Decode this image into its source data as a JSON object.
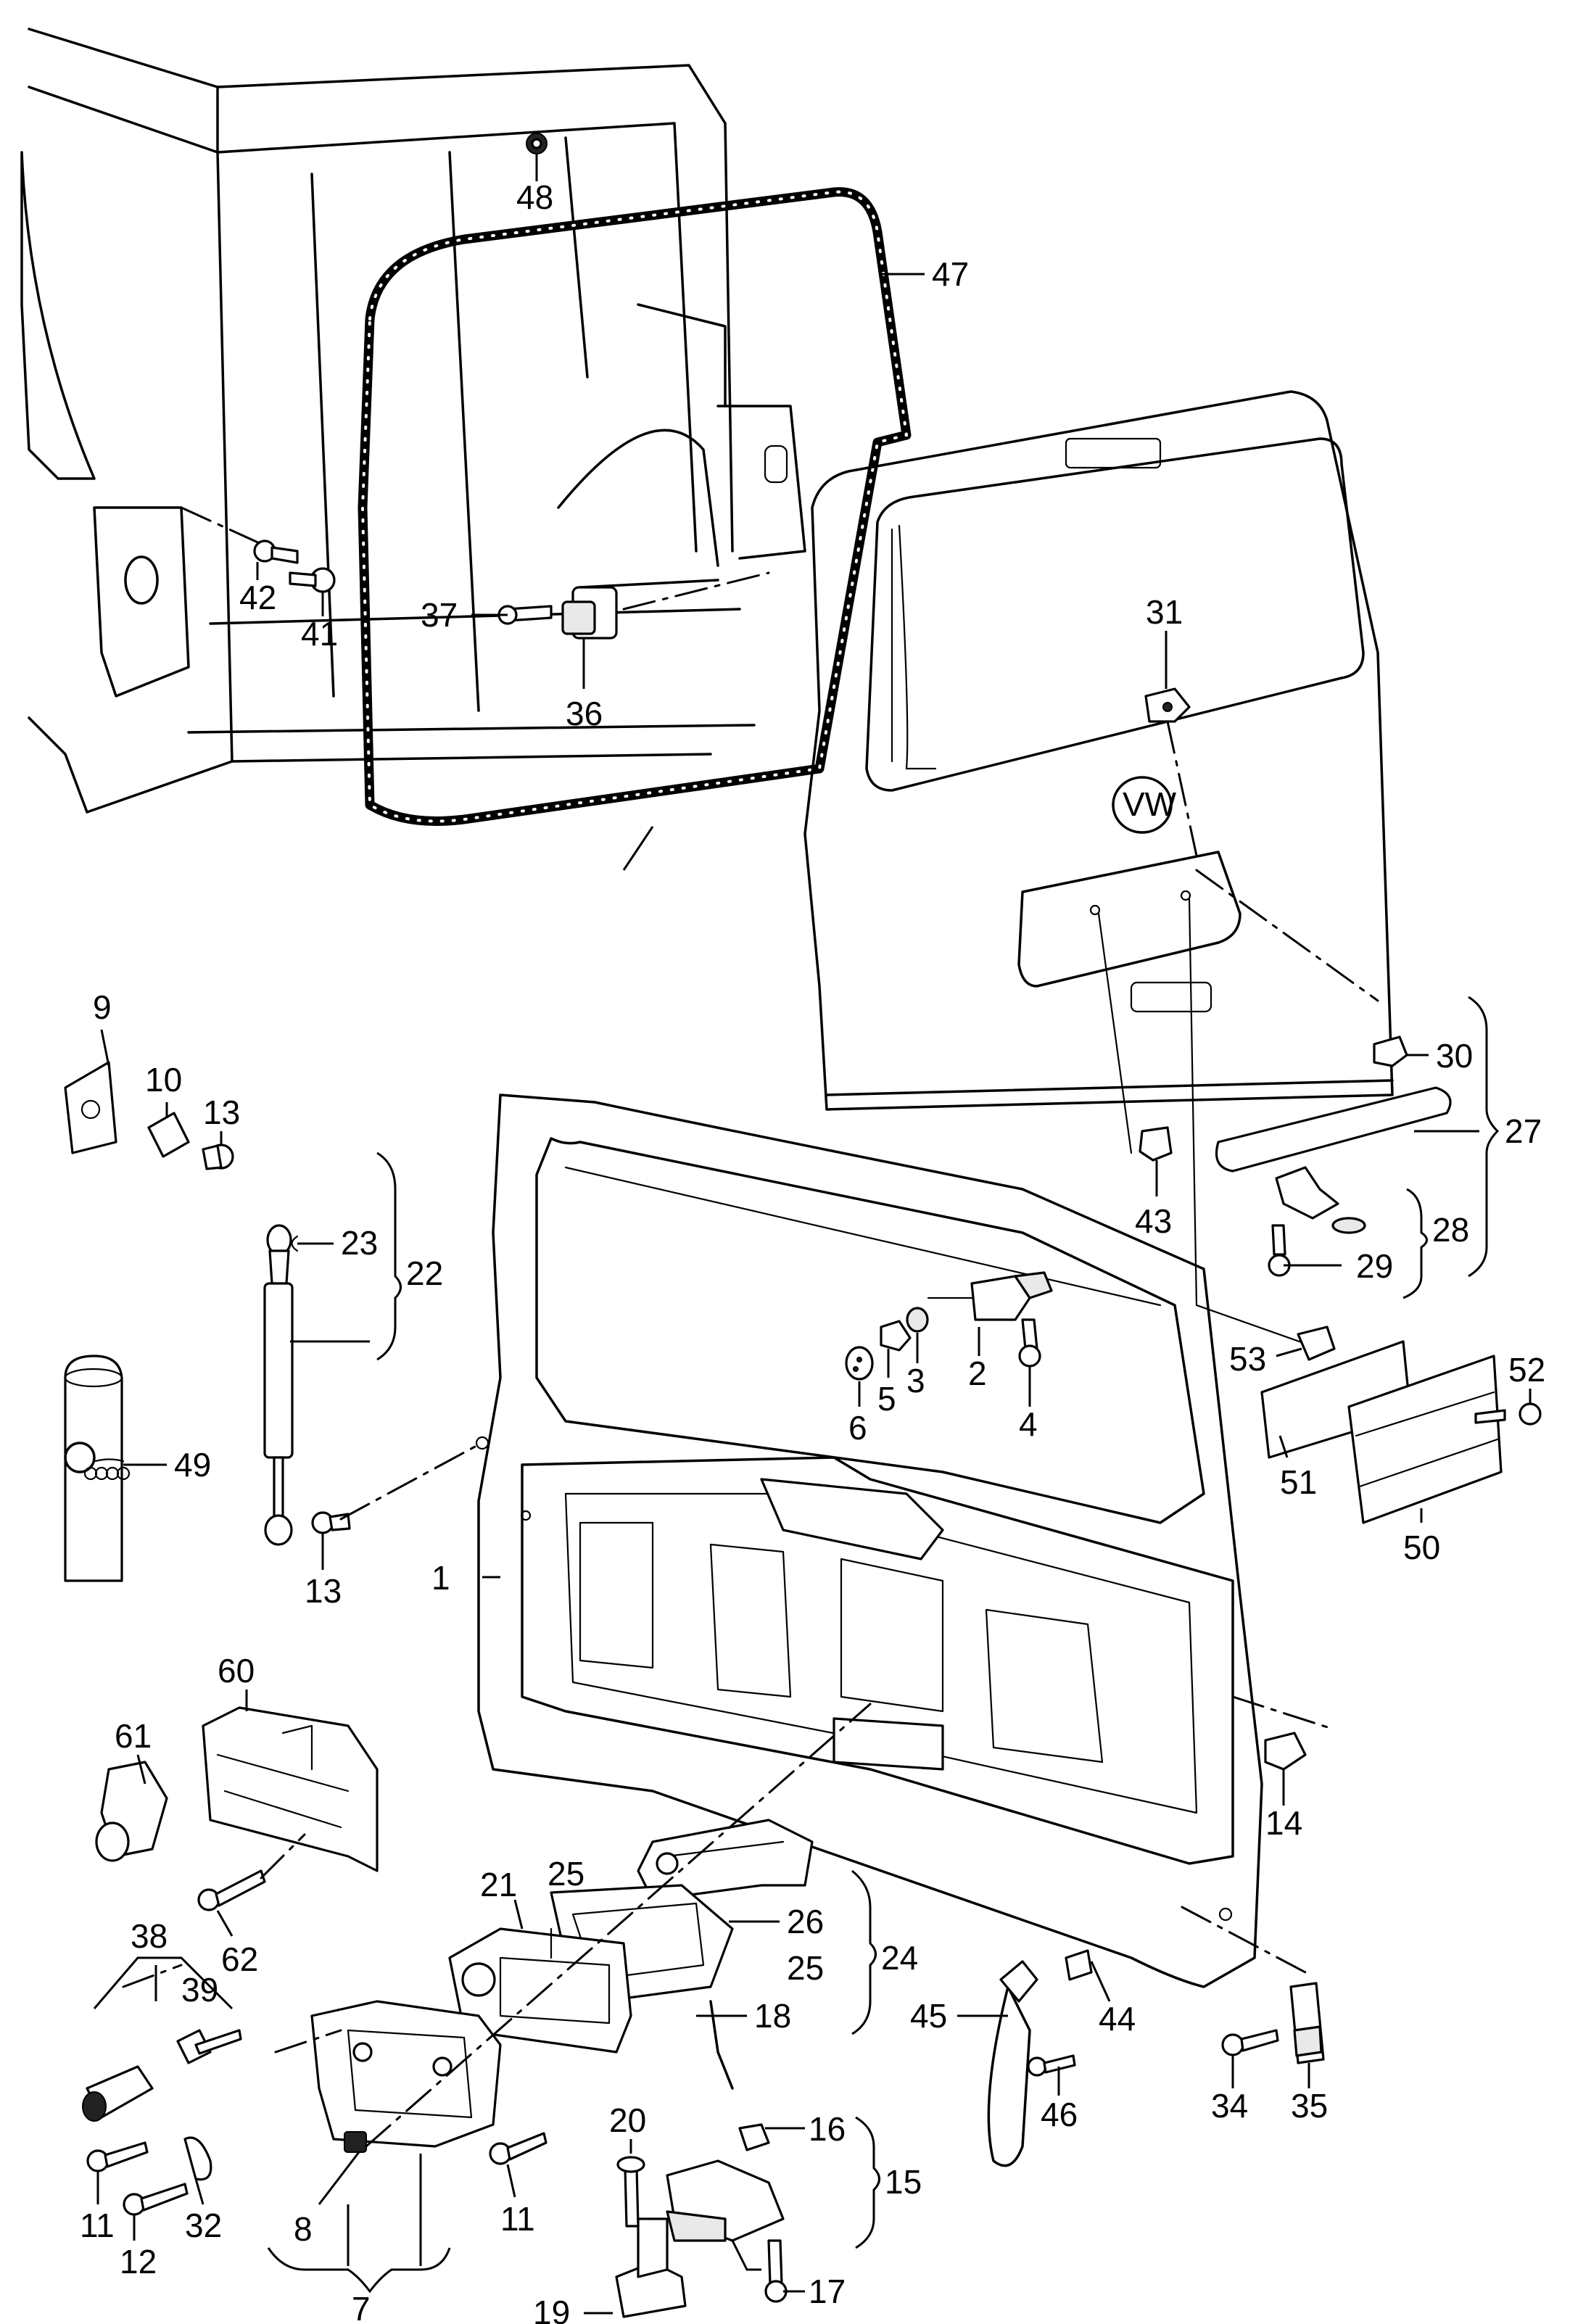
{
  "callouts": {
    "c1": "1",
    "c2": "2",
    "c3": "3",
    "c4": "4",
    "c5": "5",
    "c6": "6",
    "c7": "7",
    "c8": "8",
    "c9": "9",
    "c10": "10",
    "c11a": "11",
    "c11b": "11",
    "c12": "12",
    "c13a": "13",
    "c13b": "13",
    "c14": "14",
    "c15": "15",
    "c16": "16",
    "c17": "17",
    "c18": "18",
    "c19": "19",
    "c20": "20",
    "c21": "21",
    "c22": "22",
    "c23": "23",
    "c24": "24",
    "c25a": "25",
    "c25b": "25",
    "c26": "26",
    "c27": "27",
    "c28": "28",
    "c29": "29",
    "c30": "30",
    "c31": "31",
    "c32": "32",
    "c34": "34",
    "c35": "35",
    "c36": "36",
    "c37": "37",
    "c38": "38",
    "c39": "39",
    "c41": "41",
    "c42": "42",
    "c43": "43",
    "c44": "44",
    "c45": "45",
    "c46": "46",
    "c47": "47",
    "c48": "48",
    "c49": "49",
    "c50": "50",
    "c51": "51",
    "c52": "52",
    "c53": "53",
    "c60": "60",
    "c61": "61",
    "c62": "62"
  },
  "colors": {
    "line": "#000000",
    "background": "#ffffff",
    "part_shade": "#e9e9e9"
  }
}
